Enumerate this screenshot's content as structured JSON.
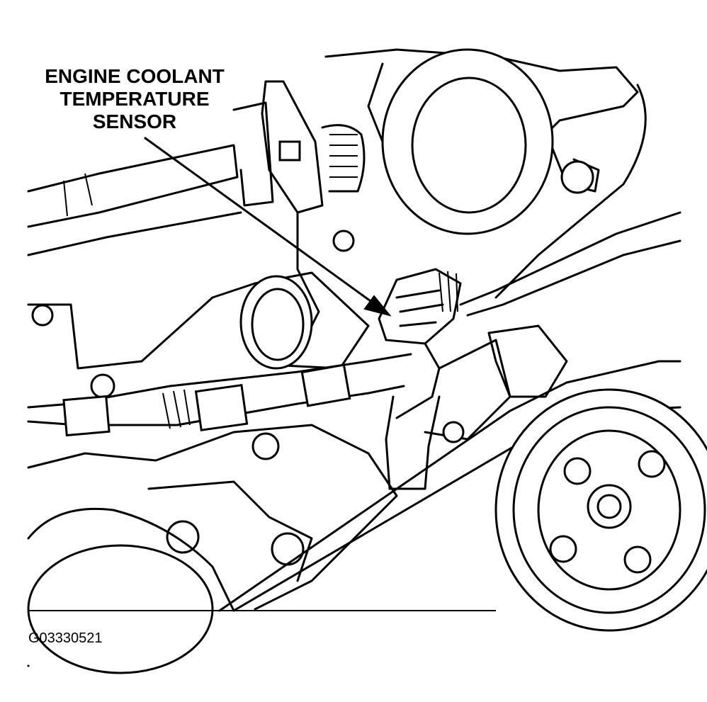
{
  "callout": {
    "lines": [
      "ENGINE COOLANT",
      "TEMPERATURE",
      "SENSOR"
    ]
  },
  "figure_id": "G03330521",
  "colors": {
    "ink": "#000000",
    "background": "#ffffff"
  }
}
